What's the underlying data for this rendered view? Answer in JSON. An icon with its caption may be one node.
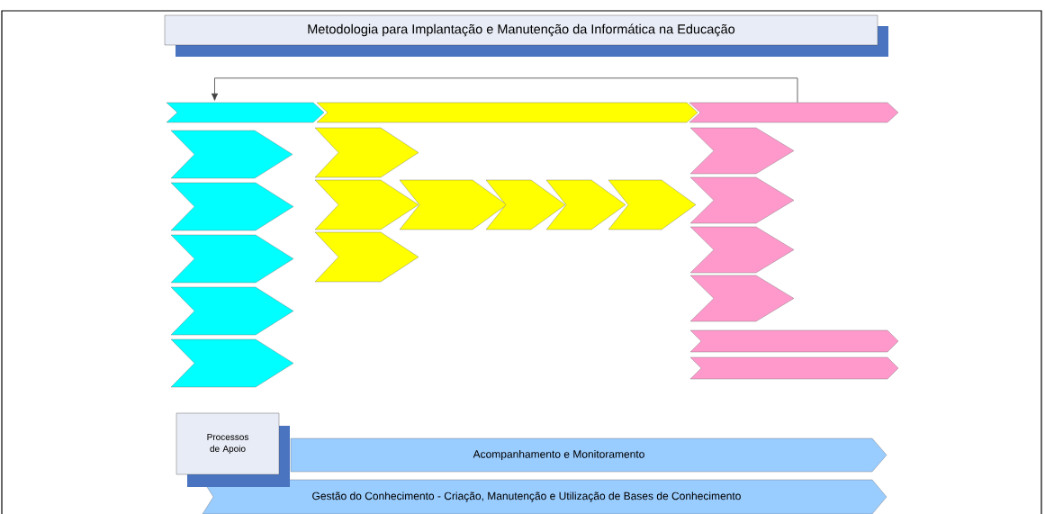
{
  "diagram": {
    "title": "Metodologia para Implantação e Manutenção da Informática na Educação",
    "nodes": [
      {
        "text": [],
        "shape": "chevron"
      },
      {
        "text": [],
        "shape": "chevron"
      },
      {
        "text": [],
        "shape": "chevron"
      },
      {
        "text": [],
        "shape": "chevron"
      },
      {
        "text": [],
        "shape": "chevron"
      },
      {
        "text": [],
        "shape": "chevron"
      },
      {
        "text": [],
        "shape": "chevron"
      },
      {
        "text": [],
        "shape": "chevron"
      },
      {
        "text": [],
        "shape": "chevron"
      },
      {
        "text": [],
        "shape": "chevron"
      },
      {
        "text": [],
        "shape": "chevron"
      },
      {
        "text": [],
        "shape": "chevron"
      },
      {
        "text": [],
        "shape": "chevron"
      },
      {
        "text": [],
        "shape": "chevron"
      },
      {
        "text": [],
        "shape": "chevron"
      },
      {
        "text": [],
        "shape": "chevron"
      },
      {
        "text": [],
        "shape": "chevron"
      },
      {
        "text": [],
        "shape": "chevron"
      },
      {
        "text": [],
        "shape": "chevron"
      },
      {
        "text": [],
        "shape": "chevron"
      },
      {
        "text": [],
        "shape": "chevron"
      },
      {
        "text": [
          "Processos de Apoio"
        ]
      },
      {
        "text": [
          "Acompanhamento e Monitoramento"
        ]
      },
      {
        "text": [
          "Gestão do Conhecimento - Criação, Manutenção e Utilização de Bases de Conhecimento"
        ]
      }
    ],
    "edges": [
      {
        "from": 2,
        "to": 0,
        "arrow": "to"
      }
    ]
  }
}
